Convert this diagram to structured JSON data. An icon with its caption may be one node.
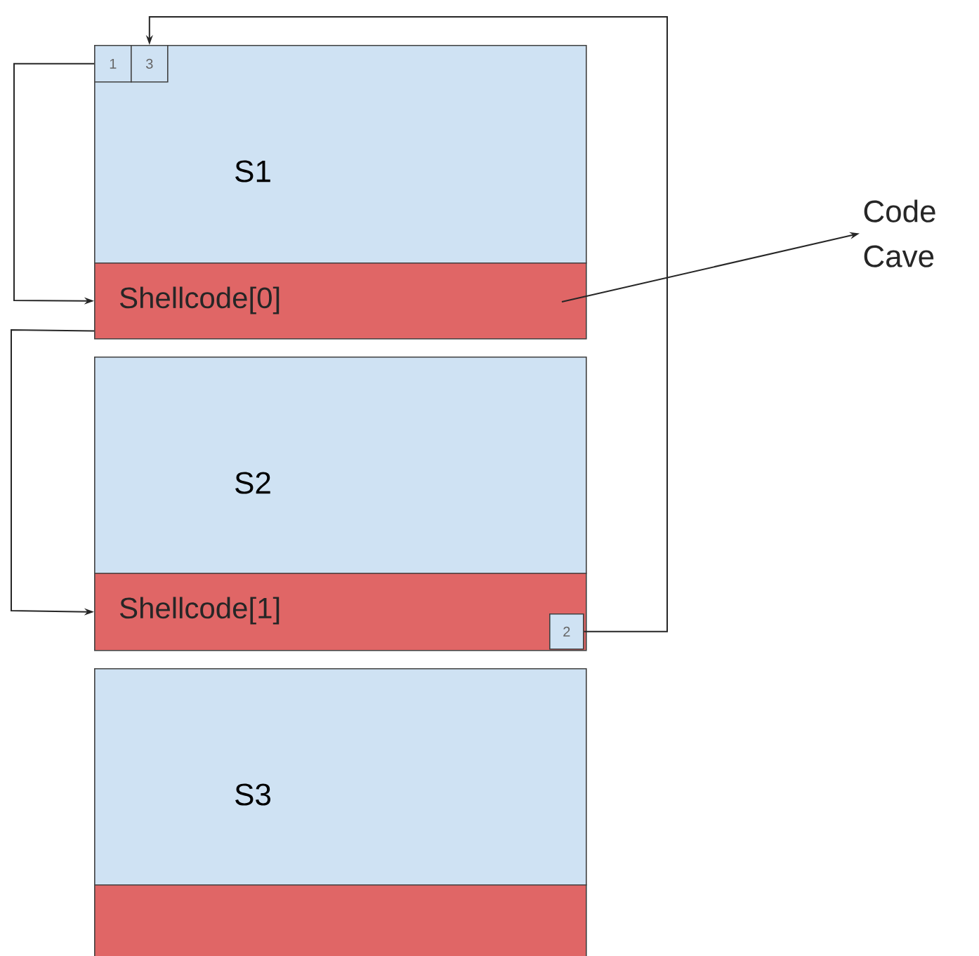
{
  "diagram": {
    "nodes": [
      {
        "text": [
          "S1"
        ]
      },
      {
        "text": [
          "Shellcode[0]"
        ]
      },
      {
        "text": [
          "1"
        ],
        "in": 0
      },
      {
        "text": [
          "3"
        ],
        "in": 0
      },
      {
        "text": [
          "S2"
        ]
      },
      {
        "text": [
          "Shellcode[1]"
        ]
      },
      {
        "text": [
          "2"
        ],
        "in": 5
      },
      {
        "text": [
          "S3"
        ]
      },
      {
        "text": [],
        "shape": "bar"
      },
      {
        "text": [
          "Code Cave"
        ]
      }
    ],
    "edges": [
      {
        "from": 2,
        "to": 1,
        "arrow": "to"
      },
      {
        "from": 1,
        "to": 5,
        "arrow": "to"
      },
      {
        "from": 6,
        "to": 3,
        "arrow": "to"
      },
      {
        "from": 1,
        "to": 9,
        "arrow": "to"
      }
    ]
  }
}
